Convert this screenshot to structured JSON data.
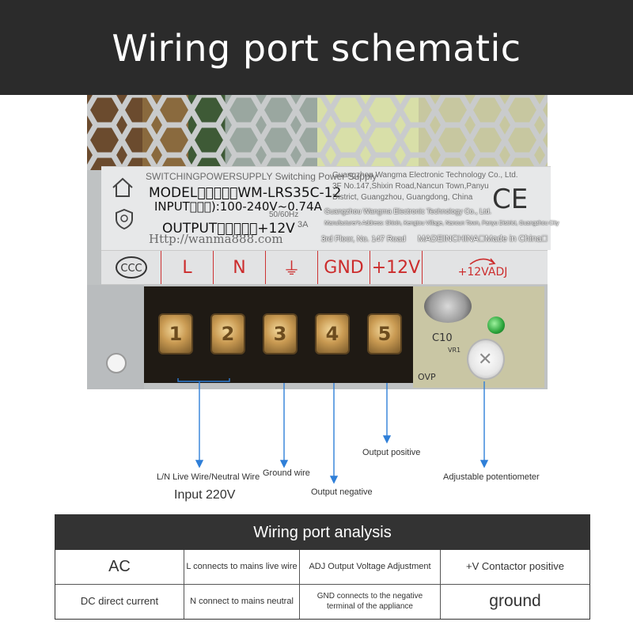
{
  "header": {
    "title": "Wiring port schematic"
  },
  "plate": {
    "line_switching": "SWITCHINGPOWERSUPPLY Switching Power Supply",
    "line_model": "MODEL\u0000\u0000\u0000\u0000\u0000WM-LRS35C-12",
    "line_input": "INPUT\u0000\u0000\u0000):100-240V~0.74A",
    "line_output": "OUTPUT\u0000\u0000\u0000\u0000\u0000+12V",
    "line_freq": "50/60Hz",
    "line_amp": "3A",
    "line_url": "Http://wanma888.com",
    "company_en_1": "Guangzhou Wangma Electronic Technology Co., Ltd.",
    "company_en_2": "3F No.147,Shixin Road,Nancun Town,Panyu",
    "company_en_3": "District, Guangzhou, Guangdong, China",
    "company_overlay": "Guangzhou Wangma Electronic Technology Co., Ltd.",
    "address_overlay": "Manufacturer's Address: Shixin, Kengtou Village, Nancun Town, Panyu District, Guangzhou City",
    "floor_overlay": "3rd Floor, No. 147 Road",
    "made_in": "MADEINCHINA\u0000Made in China\u0000",
    "ce_mark": "CE"
  },
  "terminals": {
    "labels": [
      "L",
      "N",
      "⏚",
      "GND",
      "+12V"
    ],
    "adj_label": "+12VADJ",
    "screw_numbers": [
      "1",
      "2",
      "3",
      "4",
      "5"
    ]
  },
  "pcb": {
    "cap_label": "C10",
    "vr_label": "VR1",
    "ovp_label": "OVP"
  },
  "annotations": {
    "ln_wire": "L/N Live Wire/Neutral Wire",
    "input_220": "Input 220V",
    "ground_wire": "Ground wire",
    "output_negative": "Output negative",
    "output_positive": "Output positive",
    "adjustable_pot": "Adjustable potentiometer"
  },
  "table": {
    "title": "Wiring port analysis",
    "rows": [
      [
        "AC",
        "L connects to mains live wire",
        "ADJ Output Voltage Adjustment",
        "+V Contactor positive"
      ],
      [
        "DC direct current",
        "N connect to mains neutral",
        "GND connects to the negative terminal of the appliance",
        "ground"
      ]
    ]
  },
  "colors": {
    "banner": "#2b2b2b",
    "accent_red": "#cc2c2c",
    "arrow_blue": "#2f7fd8"
  }
}
